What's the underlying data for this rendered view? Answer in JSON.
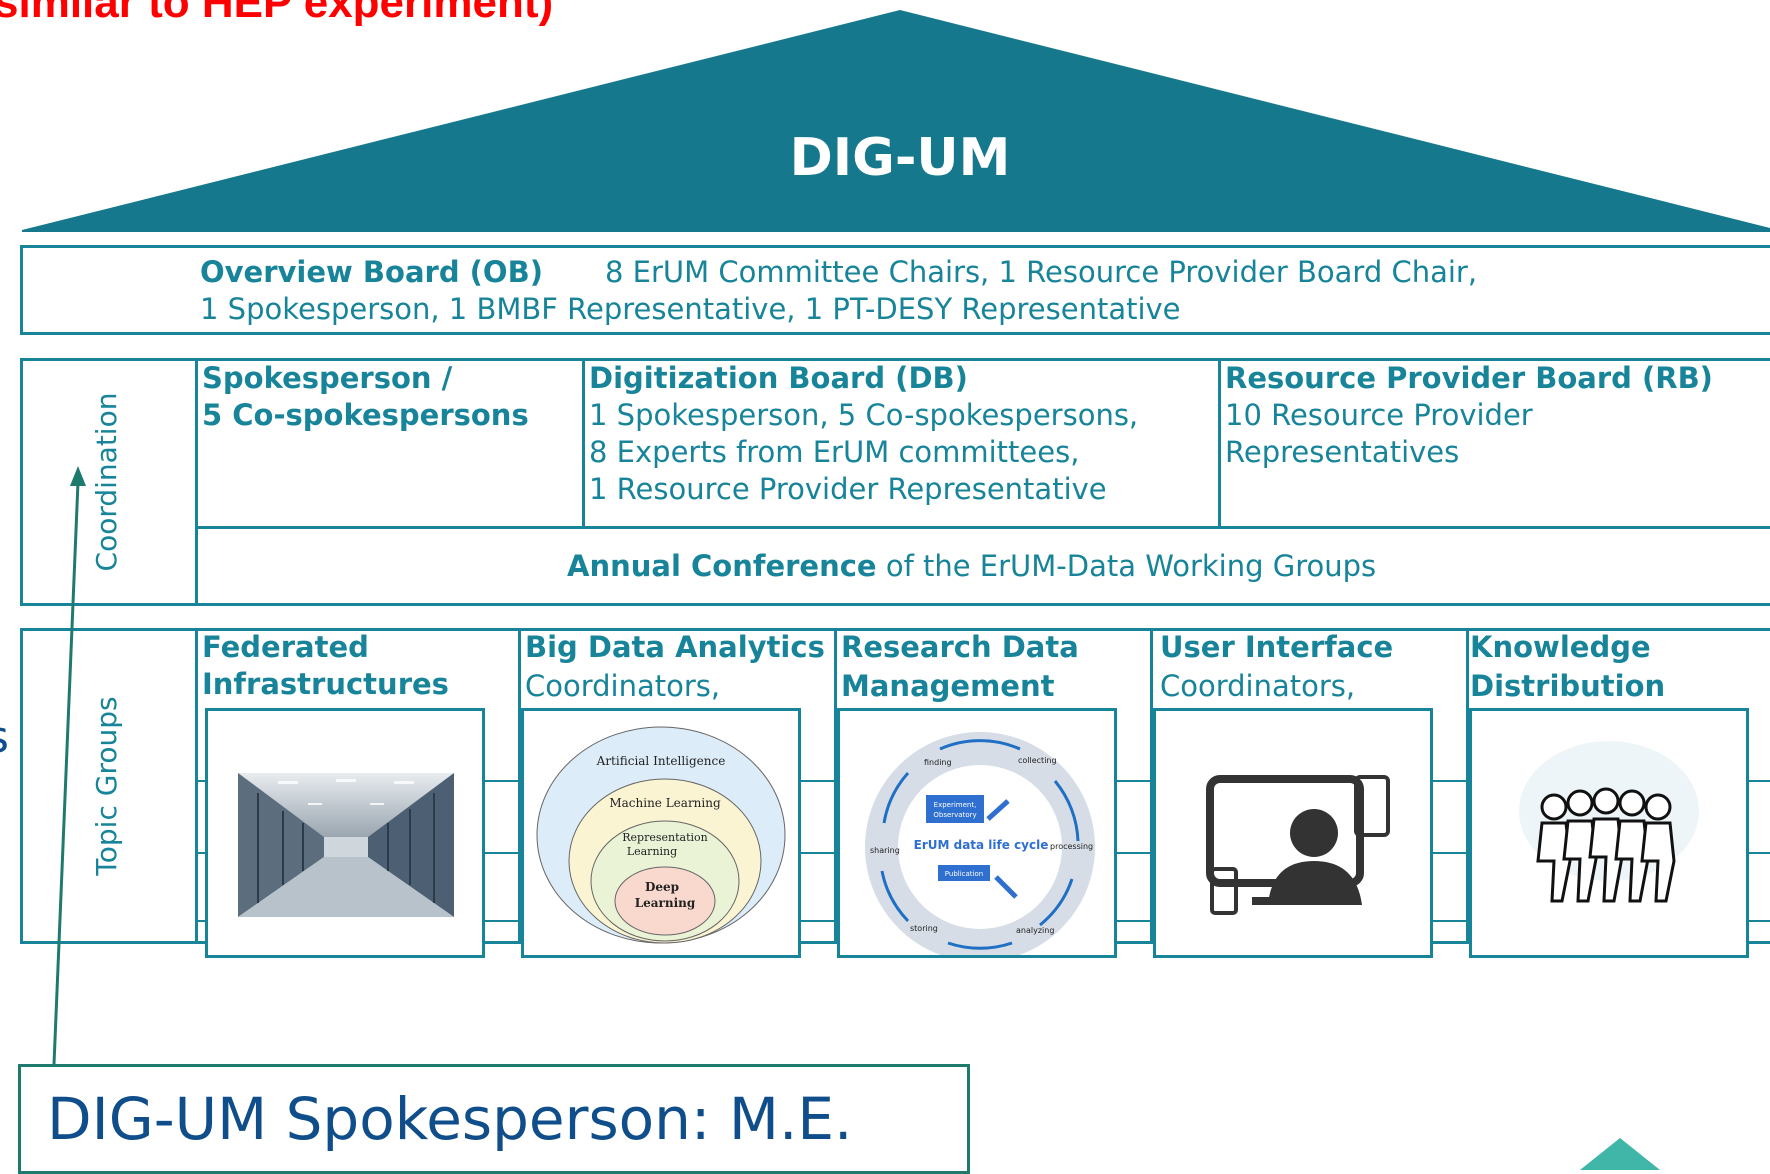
{
  "header": {
    "subtitle": "similar to HEP experiment)"
  },
  "roof": {
    "title": "DIG-UM"
  },
  "overview_board": {
    "label": "Overview Board (OB)",
    "line1": "8 ErUM Committee Chairs, 1 Resource Provider Board Chair,",
    "line2": "1 Spokesperson, 1 BMBF Representative, 1 PT-DESY Representative"
  },
  "coordination": {
    "side_label": "Coordination",
    "spokesperson": {
      "l1": "Spokesperson /",
      "l2": "5 Co-spokespersons"
    },
    "digitization_board": {
      "title": "Digitization Board (DB)",
      "l1": "1 Spokesperson, 5 Co-spokespersons,",
      "l2": "8 Experts from ErUM committees,",
      "l3": "1 Resource Provider Representative"
    },
    "resource_board": {
      "title": "Resource Provider Board (RB)",
      "l1": "10 Resource Provider",
      "l2": "Representatives"
    },
    "annual": {
      "bold": "Annual Conference",
      "rest": " of the ErUM-Data Working Groups"
    }
  },
  "topic_groups": {
    "side_label": "Topic Groups",
    "groups": [
      {
        "l1": "Federated",
        "l2": "Infrastructures"
      },
      {
        "l1": "Big Data Analytics",
        "l2": "Coordinators,"
      },
      {
        "l1": "Research Data",
        "l2": "Management"
      },
      {
        "l1": "User Interface",
        "l2": "Coordinators,"
      },
      {
        "l1": "Knowledge",
        "l2": "Distribution"
      }
    ]
  },
  "ai_diagram": {
    "outer": "Artificial Intelligence",
    "ml": "Machine Learning",
    "rl1": "Representation",
    "rl2": "Learning",
    "dl1": "Deep",
    "dl2": "Learning"
  },
  "lifecycle": {
    "center": "ErUM data life cycle",
    "box1a": "Experiment,",
    "box1b": "Observatory",
    "box2": "Publication",
    "finding": "finding",
    "collecting": "collecting",
    "processing": "processing",
    "analyzing": "analyzing",
    "storing": "storing",
    "sharing": "sharing"
  },
  "spokesperson_box": {
    "text": "DIG-UM Spokesperson: M.E."
  },
  "colors": {
    "teal": "#17849a",
    "roof": "#15788d",
    "red": "#ff0000",
    "navy": "#0f4e8a",
    "arrow": "#1f7a6e"
  }
}
